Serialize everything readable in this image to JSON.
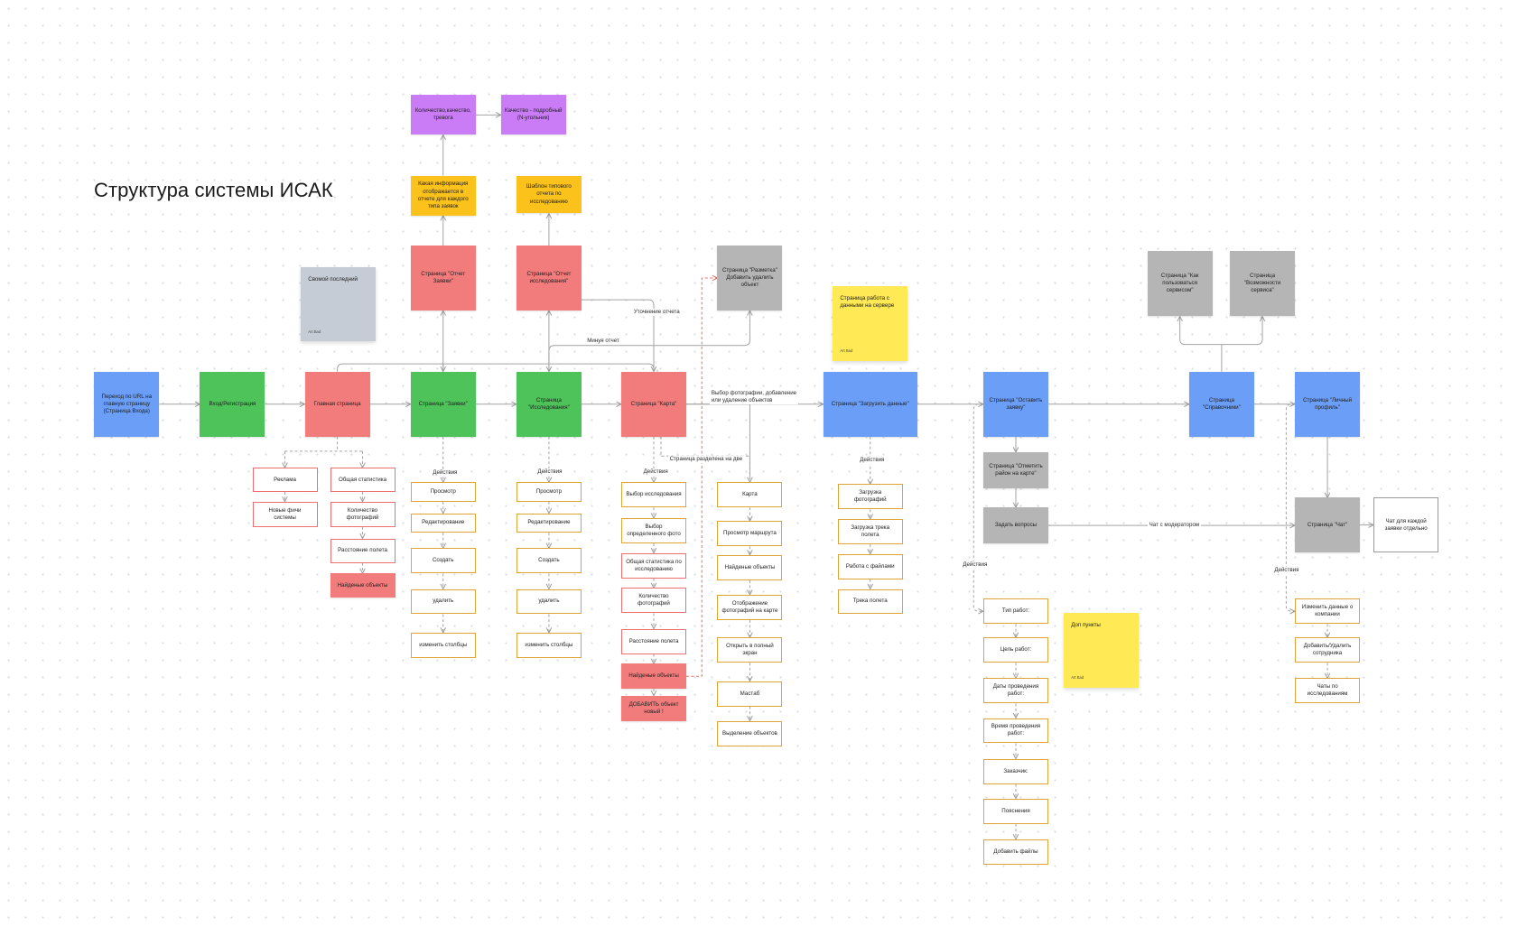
{
  "title": "Структура системы ИСАК",
  "colors": {
    "blue": "#6b9ef7",
    "green": "#4ec35a",
    "red": "#f27c7c",
    "purple": "#c97cf5",
    "orange": "#fbc21b",
    "gray": "#b5b5b5",
    "sticky_gray": "#c6ccd5",
    "sticky_yellow": "#ffe955",
    "outline_orange": "#e0a336",
    "outline_red": "#ee6f6f",
    "outline_gray": "#9a9a9a"
  },
  "nodes": [
    {
      "id": "url",
      "label": "Переход по URL на главную страницу (Страница Входа)",
      "style": "fill",
      "color": "blue"
    },
    {
      "id": "login",
      "label": "Вход/Регистрация",
      "style": "fill",
      "color": "green"
    },
    {
      "id": "main",
      "label": "Главная страница",
      "style": "fill",
      "color": "red"
    },
    {
      "id": "zayavki",
      "label": "Страница \"Заявки\"",
      "style": "fill",
      "color": "green"
    },
    {
      "id": "issled",
      "label": "Страница \"Исследования\"",
      "style": "fill",
      "color": "green"
    },
    {
      "id": "karta",
      "label": "Страница \"Карта\"",
      "style": "fill",
      "color": "red"
    },
    {
      "id": "upload",
      "label": "Страница \"Загрузить данные\"",
      "style": "fill",
      "color": "blue"
    },
    {
      "id": "leave",
      "label": "Страница \"Оставить заявку\"",
      "style": "fill",
      "color": "blue"
    },
    {
      "id": "sprav",
      "label": "Страница \"Справочники\"",
      "style": "fill",
      "color": "blue"
    },
    {
      "id": "profile",
      "label": "Страница \"Личный профиль\"",
      "style": "fill",
      "color": "blue"
    },
    {
      "id": "otchetZ",
      "label": "Страница \"Отчет Заявки\"",
      "style": "fill",
      "color": "red"
    },
    {
      "id": "otchetI",
      "label": "Страница \"Отчет исследования\"",
      "style": "fill",
      "color": "red"
    },
    {
      "id": "info",
      "label": "Какая информация отображается в отчете для каждого типа заявок",
      "style": "fill",
      "color": "orange"
    },
    {
      "id": "shablon",
      "label": "Шаблон типового отчета по исследованию",
      "style": "fill",
      "color": "orange"
    },
    {
      "id": "kolich",
      "label": "Количество,качество, тревога",
      "style": "fill",
      "color": "purple"
    },
    {
      "id": "kach",
      "label": "Качество - подробный (N-угольник)",
      "style": "fill",
      "color": "purple"
    },
    {
      "id": "razmetka",
      "label": "Страница \"Разметка\" Добавить удалить объект",
      "style": "fill",
      "color": "gray"
    },
    {
      "id": "howto",
      "label": "Страница \"Как пользоваться сервисом\"",
      "style": "fill",
      "color": "gray"
    },
    {
      "id": "vozm",
      "label": "Страница \"Возможности сервиса\"",
      "style": "fill",
      "color": "gray"
    },
    {
      "id": "otmetit",
      "label": "Страница \"Отметить район на карте\"",
      "style": "fill",
      "color": "gray"
    },
    {
      "id": "zadat",
      "label": "Задать вопросы",
      "style": "fill",
      "color": "gray"
    },
    {
      "id": "chat",
      "label": "Страница \"Чат\"",
      "style": "fill",
      "color": "gray"
    },
    {
      "id": "chatEach",
      "label": "Чат для каждой заявки отдельно",
      "style": "outline",
      "color": "outline_gray"
    },
    {
      "id": "reklama",
      "label": "Реклама",
      "style": "outline",
      "color": "outline_red"
    },
    {
      "id": "novye",
      "label": "Новые фичи системы",
      "style": "outline",
      "color": "outline_red"
    },
    {
      "id": "obsh",
      "label": "Общая статистика",
      "style": "outline",
      "color": "outline_red"
    },
    {
      "id": "kolfoto",
      "label": "Количество фотографий",
      "style": "outline",
      "color": "outline_red"
    },
    {
      "id": "rasst",
      "label": "Расстояние полета",
      "style": "outline",
      "color": "outline_red"
    },
    {
      "id": "naid1",
      "label": "Найденые объекты",
      "style": "fill",
      "color": "red"
    },
    {
      "id": "z1",
      "label": "Просмотр",
      "style": "outline",
      "color": "outline_orange"
    },
    {
      "id": "z2",
      "label": "Редактирование",
      "style": "outline",
      "color": "outline_orange"
    },
    {
      "id": "z3",
      "label": "Создать",
      "style": "outline",
      "color": "outline_orange"
    },
    {
      "id": "z4",
      "label": "удалить",
      "style": "outline",
      "color": "outline_orange"
    },
    {
      "id": "z5",
      "label": "изменить столбцы",
      "style": "outline",
      "color": "outline_orange"
    },
    {
      "id": "i1",
      "label": "Просмотр",
      "style": "outline",
      "color": "outline_orange"
    },
    {
      "id": "i2",
      "label": "Редактирование",
      "style": "outline",
      "color": "outline_orange"
    },
    {
      "id": "i3",
      "label": "Создать",
      "style": "outline",
      "color": "outline_orange"
    },
    {
      "id": "i4",
      "label": "удалить",
      "style": "outline",
      "color": "outline_orange"
    },
    {
      "id": "i5",
      "label": "изменить столбцы",
      "style": "outline",
      "color": "outline_orange"
    },
    {
      "id": "k1",
      "label": "Выбор исследования",
      "style": "outline",
      "color": "outline_orange"
    },
    {
      "id": "k2",
      "label": "Выбор определенного фото",
      "style": "outline",
      "color": "outline_orange"
    },
    {
      "id": "k3",
      "label": "Общая статистика по исследованию",
      "style": "outline",
      "color": "outline_red"
    },
    {
      "id": "k4",
      "label": "Количество фотографий",
      "style": "outline",
      "color": "outline_red"
    },
    {
      "id": "k5",
      "label": "Расстояние полета",
      "style": "outline",
      "color": "outline_red"
    },
    {
      "id": "k6",
      "label": "Найденые объекты",
      "style": "fill",
      "color": "red"
    },
    {
      "id": "k7",
      "label": "ДОБАВИТЬ объект новый !",
      "style": "fill",
      "color": "red"
    },
    {
      "id": "m1",
      "label": "Карта",
      "style": "outline",
      "color": "outline_orange"
    },
    {
      "id": "m2",
      "label": "Просмотр маршрута",
      "style": "outline",
      "color": "outline_orange"
    },
    {
      "id": "m3",
      "label": "Найденые объекты",
      "style": "outline",
      "color": "outline_orange"
    },
    {
      "id": "m4",
      "label": "Отображение фотографий на карте",
      "style": "outline",
      "color": "outline_orange"
    },
    {
      "id": "m5",
      "label": "Открыть в полный экран",
      "style": "outline",
      "color": "outline_orange"
    },
    {
      "id": "m6",
      "label": "Мастаб",
      "style": "outline",
      "color": "outline_orange"
    },
    {
      "id": "m7",
      "label": "Выделение объектов",
      "style": "outline",
      "color": "outline_orange"
    },
    {
      "id": "u1",
      "label": "Загрузка фотографий",
      "style": "outline",
      "color": "outline_orange"
    },
    {
      "id": "u2",
      "label": "Загрузка трека полета",
      "style": "outline",
      "color": "outline_orange"
    },
    {
      "id": "u3",
      "label": "Работа с файлами",
      "style": "outline",
      "color": "outline_orange"
    },
    {
      "id": "u4",
      "label": "Трека полета",
      "style": "outline",
      "color": "outline_orange"
    },
    {
      "id": "l1",
      "label": "Тип работ:",
      "style": "outline",
      "color": "outline_orange"
    },
    {
      "id": "l2",
      "label": "Цель работ:",
      "style": "outline",
      "color": "outline_orange"
    },
    {
      "id": "l3",
      "label": "Даты проведения работ:",
      "style": "outline",
      "color": "outline_orange"
    },
    {
      "id": "l4",
      "label": "Время проведения работ:",
      "style": "outline",
      "color": "outline_orange"
    },
    {
      "id": "l5",
      "label": "Заказчик:",
      "style": "outline",
      "color": "outline_orange"
    },
    {
      "id": "l6",
      "label": "Пояснения",
      "style": "outline",
      "color": "outline_orange"
    },
    {
      "id": "l7",
      "label": "Добавить файлы",
      "style": "outline",
      "color": "outline_orange"
    },
    {
      "id": "p1",
      "label": "Изменить данные о компании",
      "style": "outline",
      "color": "outline_orange"
    },
    {
      "id": "p2",
      "label": "Добавить/Удалить сотрудника",
      "style": "outline",
      "color": "outline_orange"
    },
    {
      "id": "p3",
      "label": "Чаты по исследованиям",
      "style": "outline",
      "color": "outline_orange"
    }
  ],
  "stickies": [
    {
      "id": "sticky-last",
      "text": "Свомой последний",
      "author": "Art Bad",
      "color": "sticky_gray"
    },
    {
      "id": "sticky-server",
      "text": "Страница работа с данными на сервере",
      "author": "Art Bad",
      "color": "sticky_yellow"
    },
    {
      "id": "sticky-dop",
      "text": "Доп пункты",
      "author": "Art Bad",
      "color": "sticky_yellow"
    }
  ],
  "edge_labels": [
    {
      "id": "lbl-utoch",
      "text": "Уточнение отчета"
    },
    {
      "id": "lbl-minue",
      "text": "Минуя отчет"
    },
    {
      "id": "lbl-vybor",
      "text": "Выбор фотографии, добавление\nили удаление объектов"
    },
    {
      "id": "lbl-razdel",
      "text": "Страница разделена на две"
    },
    {
      "id": "lbl-dz",
      "text": "Действия"
    },
    {
      "id": "lbl-di",
      "text": "Действия"
    },
    {
      "id": "lbl-dk",
      "text": "Действия"
    },
    {
      "id": "lbl-du",
      "text": "Действия"
    },
    {
      "id": "lbl-dl",
      "text": "Действия"
    },
    {
      "id": "lbl-dp",
      "text": "Действия"
    },
    {
      "id": "lbl-chatmod",
      "text": "Чат с модератором"
    }
  ]
}
